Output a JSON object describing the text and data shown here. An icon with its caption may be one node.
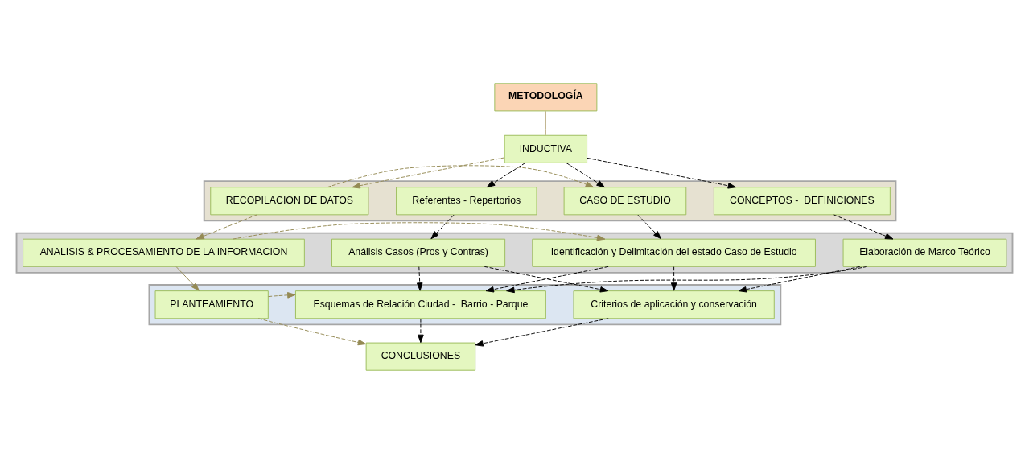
{
  "diagram": {
    "nodes": [
      {
        "text": [
          "METODOLOGÍA"
        ]
      },
      {
        "text": [
          "INDUCTIVA"
        ]
      },
      {
        "text": [],
        "shape": "box"
      },
      {
        "text": [
          "RECOPILACION DE DATOS"
        ],
        "in": 2
      },
      {
        "text": [
          "CASO DE ESTUDIO"
        ],
        "in": 2
      },
      {
        "text": [
          "CONCEPTOS -  DEFINICIONES"
        ],
        "in": 2
      },
      {
        "text": [
          "Referentes - Repertorios"
        ],
        "in": 2
      },
      {
        "text": [],
        "shape": "box"
      },
      {
        "text": [
          "ANALISIS & PROCESAMIENTO DE LA INFORMACION"
        ],
        "in": 7
      },
      {
        "text": [
          "Identificación y Delimitación del estado Caso de Estudio"
        ],
        "in": 7
      },
      {
        "text": [
          "Elaboración de Marco Teórico"
        ],
        "in": 7
      },
      {
        "text": [
          "Análisis Casos (Pros y Contras)"
        ],
        "in": 7
      },
      {
        "text": [],
        "shape": "box"
      },
      {
        "text": [
          "PLANTEAMIENTO"
        ],
        "in": 12
      },
      {
        "text": [
          "Esquemas de Relación Ciudad -  Barrio - Parque"
        ],
        "in": 12
      },
      {
        "text": [
          "Criterios de aplicación y conservación"
        ],
        "in": 12
      },
      {
        "text": [
          "CONCLUSIONES"
        ]
      }
    ],
    "edges": [
      {
        "from": 0,
        "to": 1,
        "arrow": "none",
        "color": "#b5a67a"
      },
      {
        "from": 1,
        "to": 3,
        "arrow": "to",
        "style": "dashed",
        "color": "#948a54"
      },
      {
        "from": 1,
        "to": 4,
        "arrow": "to",
        "style": "dashed"
      },
      {
        "from": 1,
        "to": 5,
        "arrow": "to",
        "style": "dashed"
      },
      {
        "from": 1,
        "to": 6,
        "arrow": "to",
        "style": "dashed"
      },
      {
        "from": 3,
        "to": 4,
        "arrow": "to",
        "style": "dashed",
        "color": "#948a54"
      },
      {
        "from": 3,
        "to": 8,
        "arrow": "to",
        "style": "dashed",
        "color": "#948a54"
      },
      {
        "from": 4,
        "to": 9,
        "arrow": "to",
        "style": "dashed"
      },
      {
        "from": 5,
        "to": 10,
        "arrow": "to",
        "style": "dashed"
      },
      {
        "from": 6,
        "to": 11,
        "arrow": "to",
        "style": "dashed"
      },
      {
        "from": 8,
        "to": 9,
        "arrow": "to",
        "style": "dashed",
        "color": "#948a54"
      },
      {
        "from": 8,
        "to": 13,
        "arrow": "to",
        "style": "dashed",
        "color": "#948a54"
      },
      {
        "from": 9,
        "to": 14,
        "arrow": "to",
        "style": "dashed"
      },
      {
        "from": 10,
        "to": 14,
        "arrow": "to",
        "style": "dashed"
      },
      {
        "from": 11,
        "to": 14,
        "arrow": "to",
        "style": "dashed"
      },
      {
        "from": 9,
        "to": 15,
        "arrow": "to",
        "style": "dashed"
      },
      {
        "from": 10,
        "to": 15,
        "arrow": "to",
        "style": "dashed"
      },
      {
        "from": 11,
        "to": 15,
        "arrow": "to",
        "style": "dashed"
      },
      {
        "from": 13,
        "to": 14,
        "arrow": "to",
        "style": "dashed",
        "color": "#948a54"
      },
      {
        "from": 13,
        "to": 16,
        "arrow": "to",
        "style": "dashed",
        "color": "#948a54"
      },
      {
        "from": 14,
        "to": 16,
        "arrow": "to",
        "style": "dashed"
      },
      {
        "from": 15,
        "to": 16,
        "arrow": "to",
        "style": "dashed"
      }
    ]
  }
}
